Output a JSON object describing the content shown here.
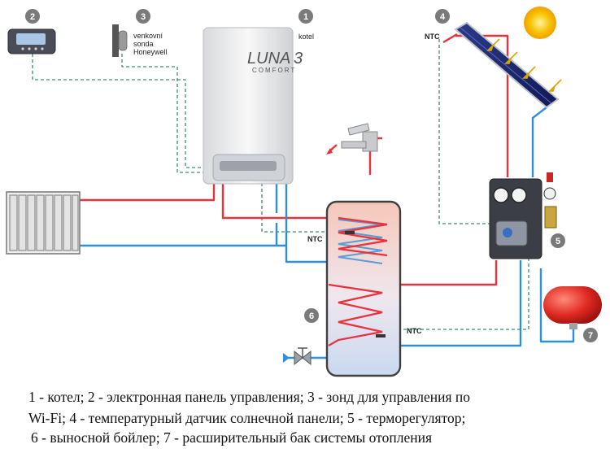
{
  "badges": [
    "1",
    "2",
    "3",
    "4",
    "5",
    "6",
    "7"
  ],
  "labels": {
    "kotel": "kotel",
    "brand_main": "LUNA",
    "brand_digit": "3",
    "brand_sub": "COMFORT",
    "sonda_line1": "venkovní",
    "sonda_line2": "sonda",
    "sonda_line3": "Honeywell",
    "ntc_solar": "NTC",
    "ntc_tank_top": "NTC",
    "ntc_tank_bottom": "NTC"
  },
  "legend": {
    "line1": "1 - котел; 2 - электронная панель управления; 3 - зонд для управления по",
    "line2": "Wi-Fi; 4 - температурный датчик солнечной панели; 5 - терморегулятор;",
    "line3": "6 - выносной бойлер; 7 - расширительный бак системы отопления"
  },
  "colors": {
    "hot_pipe": "#e8323c",
    "cold_pipe": "#2f8fd8",
    "signal_wire": "#3c8a78",
    "badge": "#7a7a7a",
    "sun": "#f5b800",
    "tank_red": "#e02a22"
  }
}
